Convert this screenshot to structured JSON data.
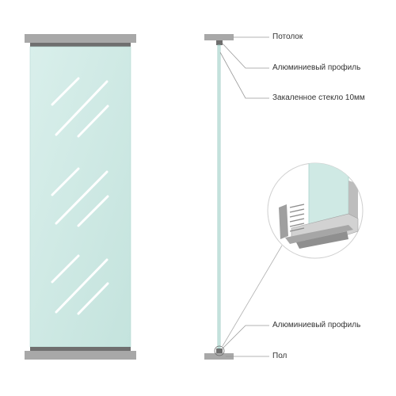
{
  "labels": {
    "ceiling": "Потолок",
    "top_profile": "Алюминиевый профиль",
    "glass": "Закаленное стекло 10мм",
    "bottom_profile": "Алюминиевый профиль",
    "floor": "Пол"
  },
  "colors": {
    "glass_fill": "#cfe9e4",
    "glass_edge": "#9cc9c1",
    "slab": "#a8a8a8",
    "profile": "#6f6f6f",
    "leader": "#9a9a9a",
    "text": "#333333"
  }
}
